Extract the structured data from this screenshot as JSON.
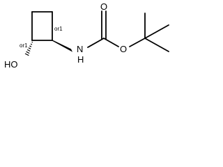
{
  "molecule": {
    "atoms": {
      "oh": "HO",
      "nh": "N",
      "h": "H",
      "o_carbonyl": "O",
      "o_ester": "O"
    },
    "stereo_labels": {
      "c1": "or1",
      "c2": "or1"
    }
  },
  "colors": {
    "bond": "#000000",
    "text": "#000000",
    "background": "#ffffff"
  }
}
